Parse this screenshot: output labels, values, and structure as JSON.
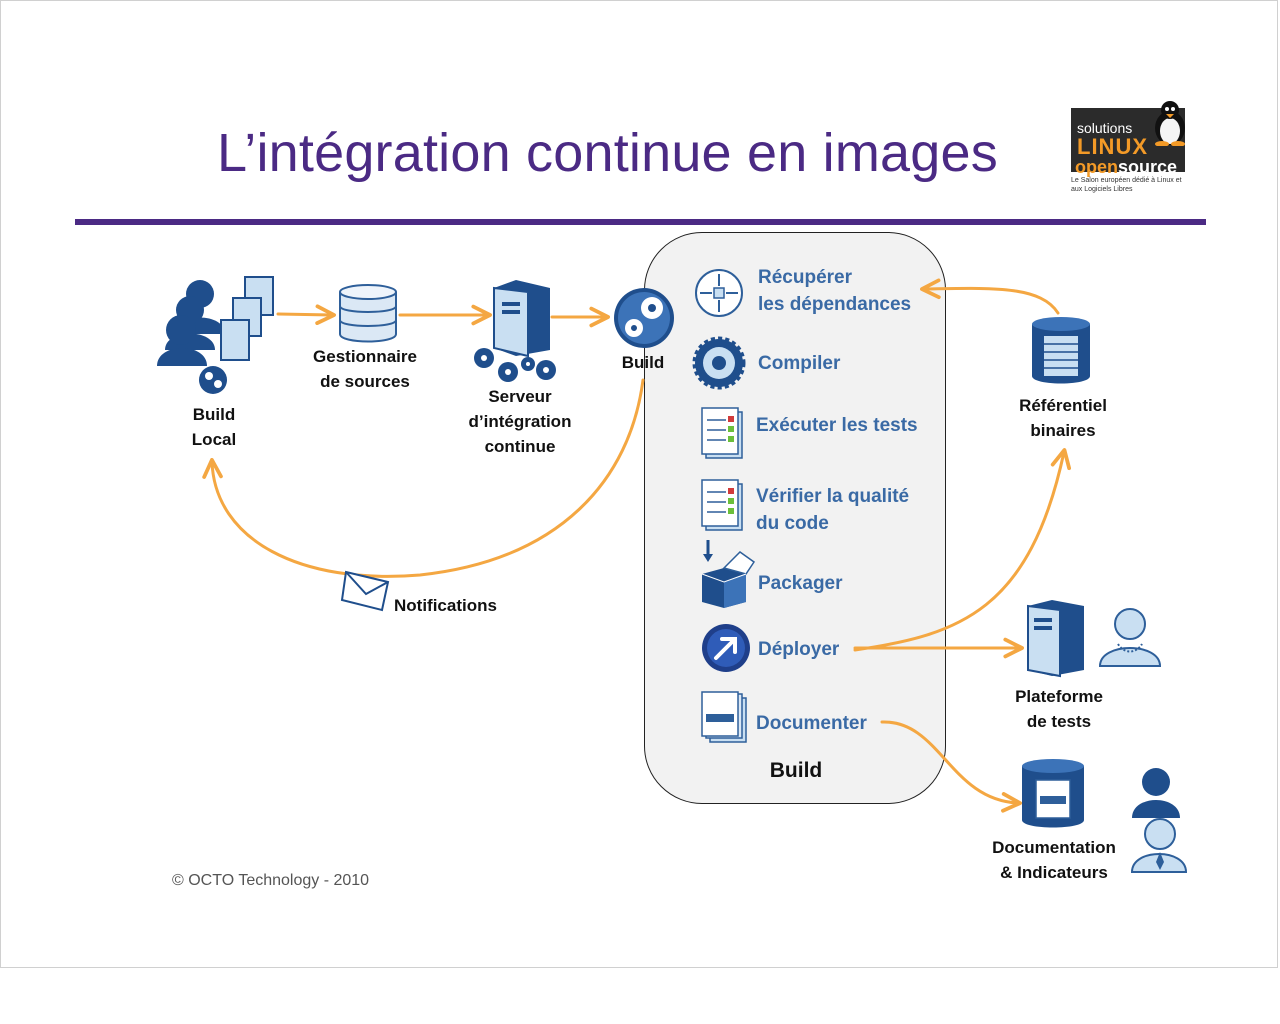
{
  "slide": {
    "title": "L’intégration continue en images",
    "copyright": "© OCTO Technology -  2010",
    "accent_color": "#4b2a84",
    "arrow_color": "#f4a742",
    "step_color": "#3a6aa5"
  },
  "logo": {
    "line1": "solutions",
    "line2": "LINUX",
    "line3_a": "open",
    "line3_b": "source",
    "tagline": "Le Salon européen dédié à Linux et aux Logiciels Libres"
  },
  "pipeline": {
    "build_local": [
      "Build",
      "Local"
    ],
    "source_manager": [
      "Gestionnaire",
      "de sources"
    ],
    "ci_server": [
      "Serveur",
      "d’intégration",
      "continue"
    ],
    "build": "Build",
    "notifications": "Notifications"
  },
  "build_panel": {
    "title": "Build",
    "steps": [
      {
        "label": [
          "Récupérer",
          "les dépendances"
        ],
        "icon": "dependencies-icon"
      },
      {
        "label": [
          "Compiler"
        ],
        "icon": "gear-icon"
      },
      {
        "label": [
          "Exécuter les tests"
        ],
        "icon": "checklist-icon"
      },
      {
        "label": [
          "Vérifier la qualité",
          "du  code"
        ],
        "icon": "checklist-icon"
      },
      {
        "label": [
          "Packager"
        ],
        "icon": "box-icon"
      },
      {
        "label": [
          "Déployer"
        ],
        "icon": "deploy-arrow-icon"
      },
      {
        "label": [
          "Documenter"
        ],
        "icon": "documents-icon"
      }
    ]
  },
  "targets": {
    "binary_repository": [
      "Référentiel",
      "binaires"
    ],
    "test_platform": [
      "Plateforme",
      "de tests"
    ],
    "documentation": [
      "Documentation",
      "& Indicateurs"
    ]
  }
}
